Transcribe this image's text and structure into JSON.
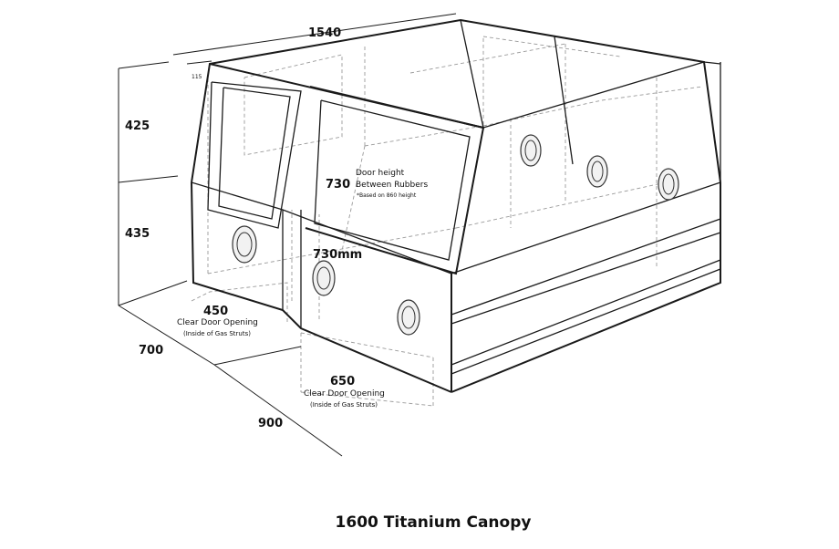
{
  "diagram": {
    "title": "1600 Titanium Canopy",
    "dimensions": {
      "width_top": "1540",
      "gap_top": "115",
      "height_upper": "425",
      "height_lower": "435",
      "depth_front": "700",
      "depth_rear": "900"
    },
    "door_height": {
      "value": "730",
      "label_line1": "Door height",
      "label_line2": "Between Rubbers",
      "note": "*Based on 860 height"
    },
    "door_width_mm": "730mm",
    "left_opening": {
      "value": "450",
      "label": "Clear Door Opening",
      "sub": "(Inside of Gas Struts)"
    },
    "right_opening": {
      "value": "650",
      "label": "Clear Door Opening",
      "sub": "(Inside of Gas Struts)"
    }
  }
}
